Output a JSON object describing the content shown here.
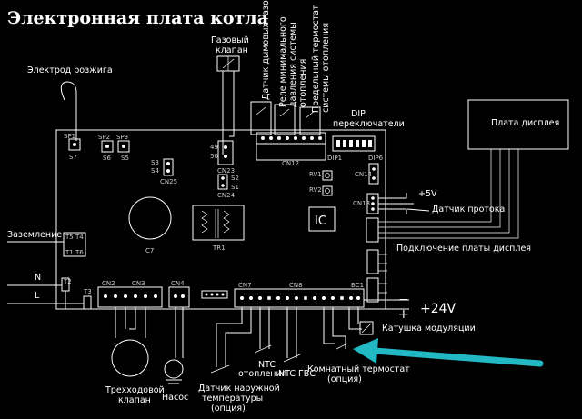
{
  "title": "Электронная плата котла",
  "labels": {
    "electrode": "Электрод розжига",
    "gas_valve_1": "Газовый",
    "gas_valve_2": "клапан",
    "flue_sensor": "Датчик дымовых газов",
    "min_pressure_1": "Реле минимального",
    "min_pressure_2": "давления системы",
    "min_pressure_3": "отопления",
    "limit_thermostat_1": "Предельный термостат",
    "limit_thermostat_2": "системы отопления",
    "dip_1": "DIP",
    "dip_2": "переключатели",
    "display_board": "Плата дисплея",
    "plus5v": "+5V",
    "flow_sensor": "Датчик протока",
    "display_connection": "Подключение платы дисплея",
    "ground": "Заземление",
    "n": "N",
    "l": "L",
    "plus24v": "+24V",
    "minus": "−",
    "plus": "+",
    "modulation_coil": "Катушка модуляции",
    "room_thermostat_1": "Комнатный термостат",
    "room_thermostat_2": "(опция)",
    "ntc_heating_1": "NTC",
    "ntc_heating_2": "отопления",
    "ntc_dhw": "NTC ГВС",
    "outdoor_sensor_1": "Датчик наружной",
    "outdoor_sensor_2": "температуры",
    "outdoor_sensor_3": "(опция)",
    "three_way_1": "Трехходовой",
    "three_way_2": "клапан",
    "pump": "Насос",
    "ic": "IC",
    "c7": "C7",
    "tr1": "TR1"
  },
  "board_marks": {
    "sp1": "SP1",
    "s7": "S7",
    "sp2": "SP2",
    "sp3": "SP3",
    "s6": "S6",
    "s5": "S5",
    "s3": "S3",
    "s4": "S4",
    "cn25": "CN25",
    "s2": "S2",
    "s1": "S1",
    "cn23": "CN23",
    "cn24": "CN24",
    "cn12": "CN12",
    "dip1": "DIP1",
    "dip6": "DIP6",
    "rv1": "RV1",
    "rv2": "RV2",
    "cn14": "CN14",
    "cn13": "CN13",
    "cn2": "CN2",
    "cn3": "CN3",
    "cn4": "CN4",
    "cn7": "CN7",
    "cn8": "CN8",
    "bc1": "BC1",
    "t5": "T5",
    "t4": "T4",
    "t1": "T1",
    "t6": "T6",
    "t2": "T2",
    "t3": "T3",
    "pin49": "49",
    "pin50": "50"
  },
  "colors": {
    "background": "#000000",
    "lines": "#ffffff",
    "arrow": "#22b8c4"
  }
}
